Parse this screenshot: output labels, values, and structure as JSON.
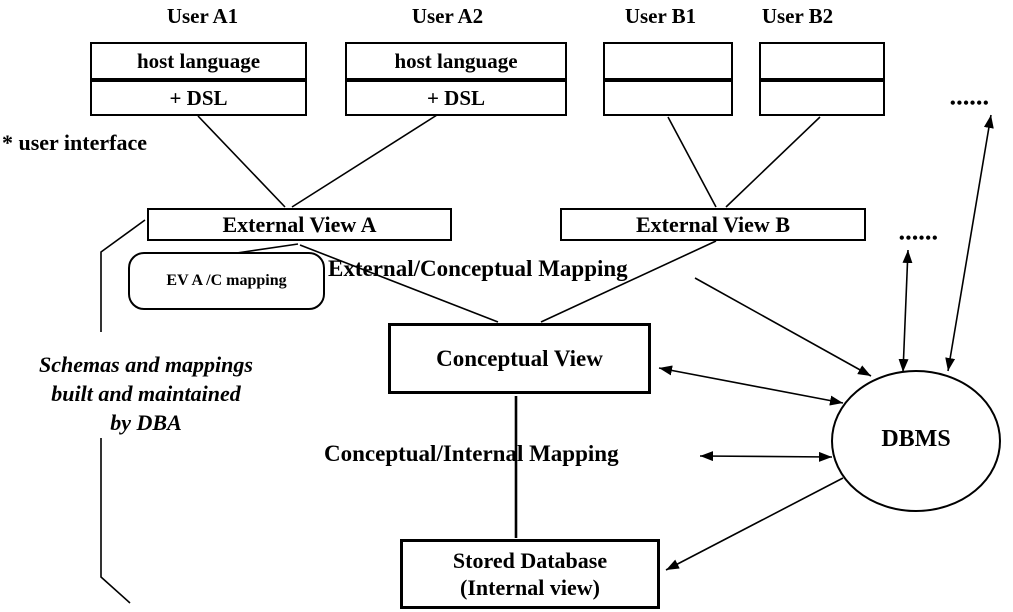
{
  "users": [
    {
      "label": "User A1",
      "row1": "host language",
      "row2": "+ DSL"
    },
    {
      "label": "User A2",
      "row1": "host language",
      "row2": "+ DSL"
    },
    {
      "label": "User B1",
      "row1": "",
      "row2": ""
    },
    {
      "label": "User B2",
      "row1": "",
      "row2": ""
    }
  ],
  "notes": {
    "user_interface": "* user interface",
    "schemas_line1": "Schemas and mappings",
    "schemas_line2": "built and maintained",
    "schemas_line3": "by DBA"
  },
  "boxes": {
    "external_view_a": "External View A",
    "external_view_b": "External View B",
    "ev_ac_mapping": "EV A /C  mapping",
    "conceptual_view": "Conceptual View",
    "stored_database_line1": "Stored Database",
    "stored_database_line2": "(Internal view)",
    "dbms": "DBMS"
  },
  "labels": {
    "external_conceptual_mapping": "External/Conceptual Mapping",
    "conceptual_internal_mapping": "Conceptual/Internal Mapping"
  },
  "ellipsis": {
    "top_right": "••••••",
    "middle_right": "••••••"
  },
  "colors": {
    "ink": "#000000",
    "background": "#ffffff"
  }
}
